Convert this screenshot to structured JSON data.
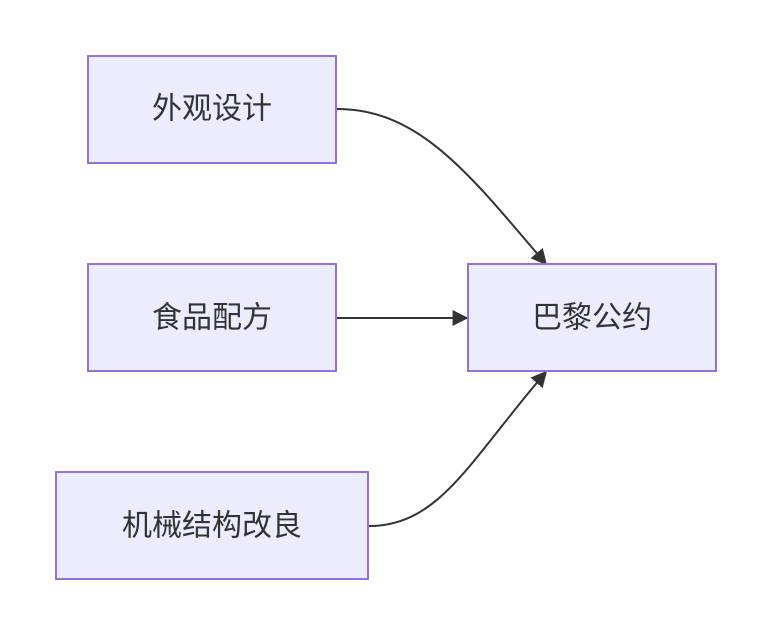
{
  "diagram": {
    "type": "flowchart",
    "direction": "left-to-right",
    "colors": {
      "node_fill": "#ECECFF",
      "node_border": "#9370DB",
      "edge": "#333333",
      "text": "#333333"
    },
    "nodes": {
      "appearance": "外观设计",
      "recipe": "食品配方",
      "mechanical": "机械结构改良",
      "paris": "巴黎公约"
    },
    "edges": [
      {
        "from": "appearance",
        "to": "paris"
      },
      {
        "from": "recipe",
        "to": "paris"
      },
      {
        "from": "mechanical",
        "to": "paris"
      }
    ]
  }
}
